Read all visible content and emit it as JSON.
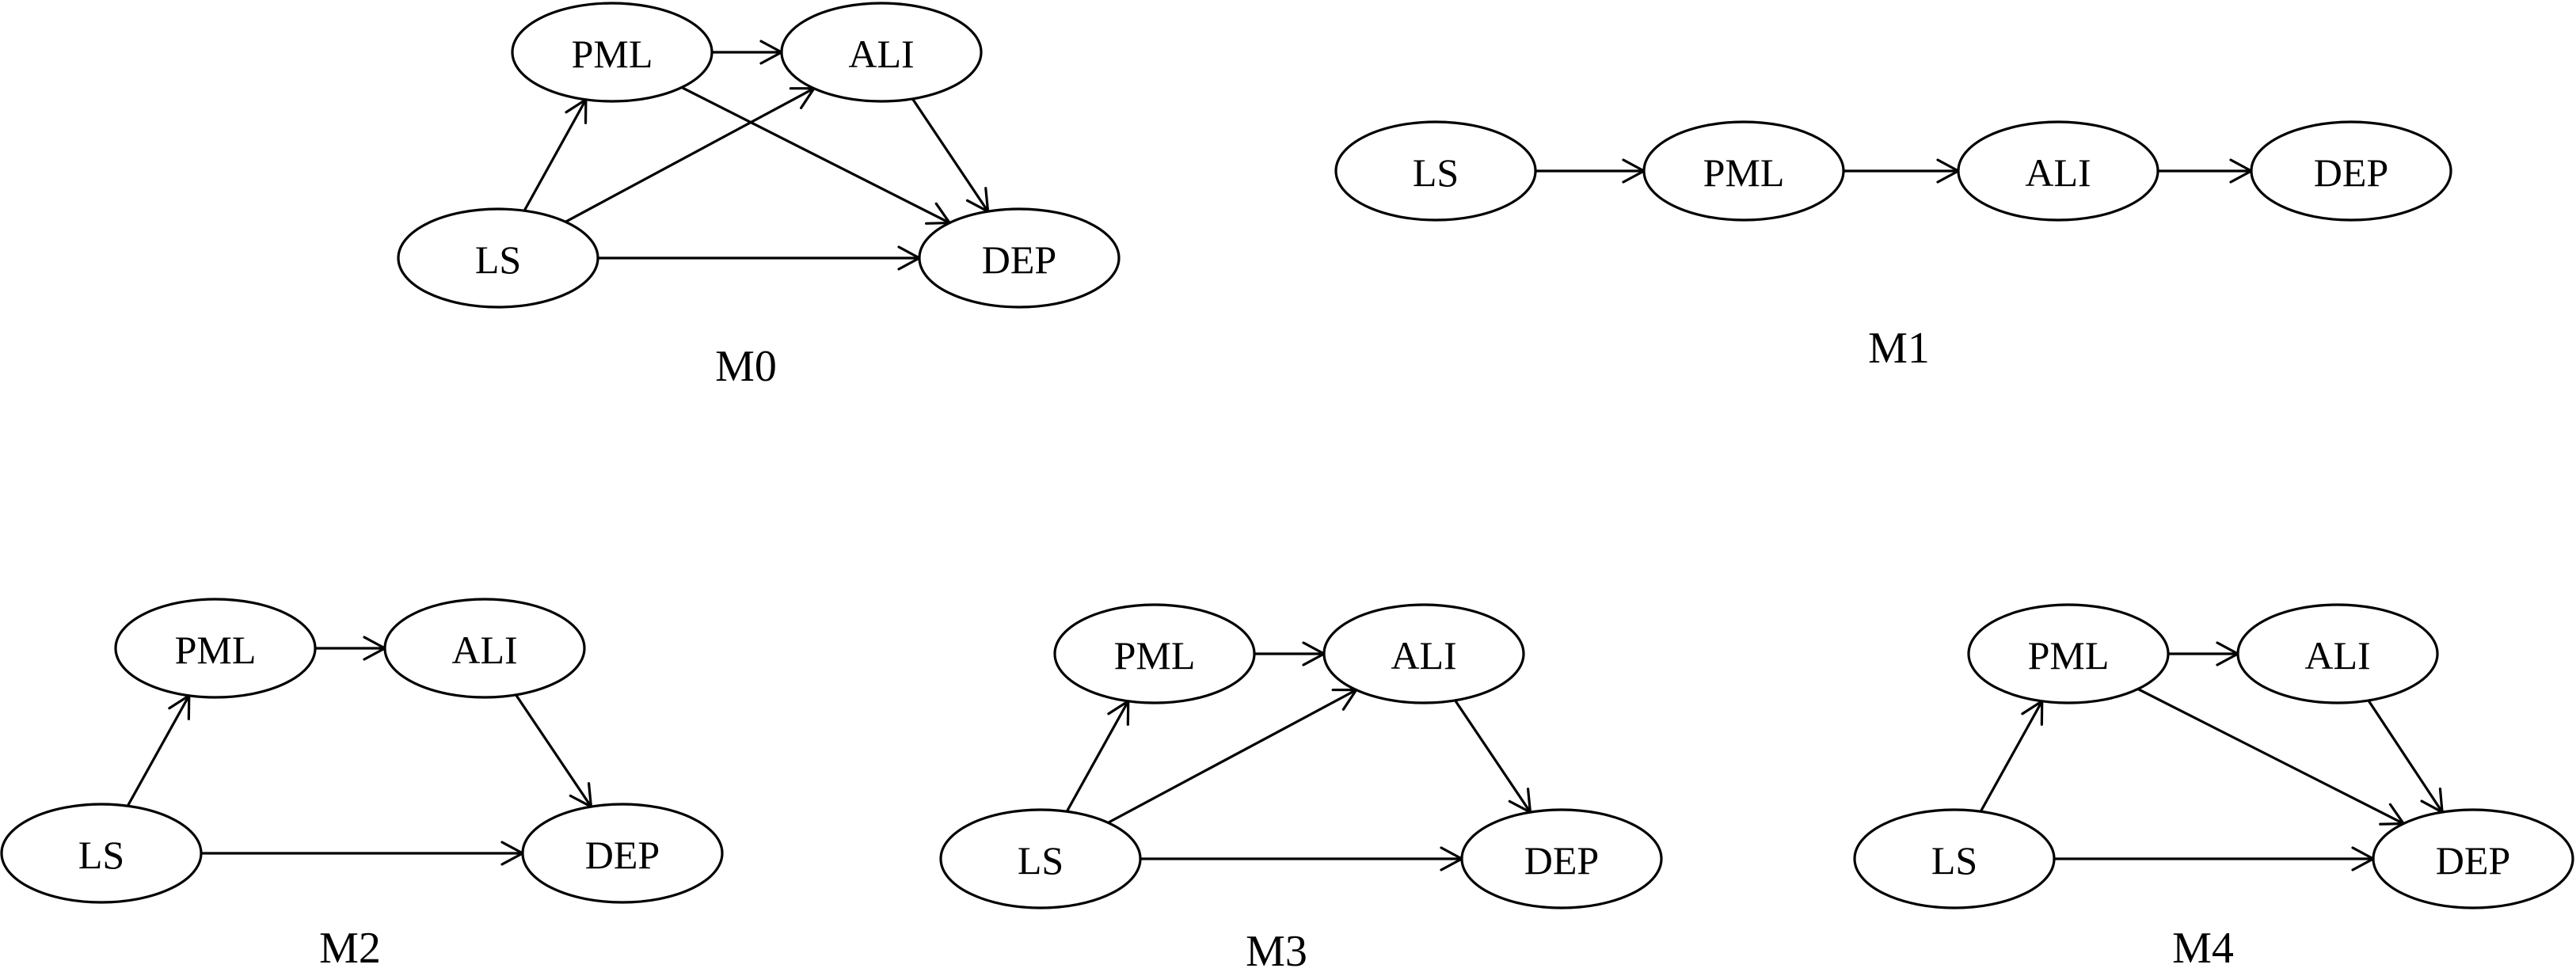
{
  "diagrams": [
    {
      "id": "m0",
      "caption": "M0",
      "nodes": [
        {
          "id": "pml",
          "label": "PML"
        },
        {
          "id": "ali",
          "label": "ALI"
        },
        {
          "id": "ls",
          "label": "LS"
        },
        {
          "id": "dep",
          "label": "DEP"
        }
      ],
      "edges": [
        {
          "from": "pml",
          "to": "ali"
        },
        {
          "from": "ls",
          "to": "pml"
        },
        {
          "from": "ls",
          "to": "ali"
        },
        {
          "from": "pml",
          "to": "dep"
        },
        {
          "from": "ali",
          "to": "dep"
        },
        {
          "from": "ls",
          "to": "dep"
        }
      ]
    },
    {
      "id": "m1",
      "caption": "M1",
      "nodes": [
        {
          "id": "ls",
          "label": "LS"
        },
        {
          "id": "pml",
          "label": "PML"
        },
        {
          "id": "ali",
          "label": "ALI"
        },
        {
          "id": "dep",
          "label": "DEP"
        }
      ],
      "edges": [
        {
          "from": "ls",
          "to": "pml"
        },
        {
          "from": "pml",
          "to": "ali"
        },
        {
          "from": "ali",
          "to": "dep"
        }
      ]
    },
    {
      "id": "m2",
      "caption": "M2",
      "nodes": [
        {
          "id": "pml",
          "label": "PML"
        },
        {
          "id": "ali",
          "label": "ALI"
        },
        {
          "id": "ls",
          "label": "LS"
        },
        {
          "id": "dep",
          "label": "DEP"
        }
      ],
      "edges": [
        {
          "from": "pml",
          "to": "ali"
        },
        {
          "from": "ls",
          "to": "pml"
        },
        {
          "from": "ali",
          "to": "dep"
        },
        {
          "from": "ls",
          "to": "dep"
        }
      ]
    },
    {
      "id": "m3",
      "caption": "M3",
      "nodes": [
        {
          "id": "pml",
          "label": "PML"
        },
        {
          "id": "ali",
          "label": "ALI"
        },
        {
          "id": "ls",
          "label": "LS"
        },
        {
          "id": "dep",
          "label": "DEP"
        }
      ],
      "edges": [
        {
          "from": "pml",
          "to": "ali"
        },
        {
          "from": "ls",
          "to": "pml"
        },
        {
          "from": "ls",
          "to": "ali"
        },
        {
          "from": "ali",
          "to": "dep"
        },
        {
          "from": "ls",
          "to": "dep"
        }
      ]
    },
    {
      "id": "m4",
      "caption": "M4",
      "nodes": [
        {
          "id": "pml",
          "label": "PML"
        },
        {
          "id": "ali",
          "label": "ALI"
        },
        {
          "id": "ls",
          "label": "LS"
        },
        {
          "id": "dep",
          "label": "DEP"
        }
      ],
      "edges": [
        {
          "from": "pml",
          "to": "ali"
        },
        {
          "from": "ls",
          "to": "pml"
        },
        {
          "from": "pml",
          "to": "dep"
        },
        {
          "from": "ali",
          "to": "dep"
        },
        {
          "from": "ls",
          "to": "dep"
        }
      ]
    }
  ]
}
